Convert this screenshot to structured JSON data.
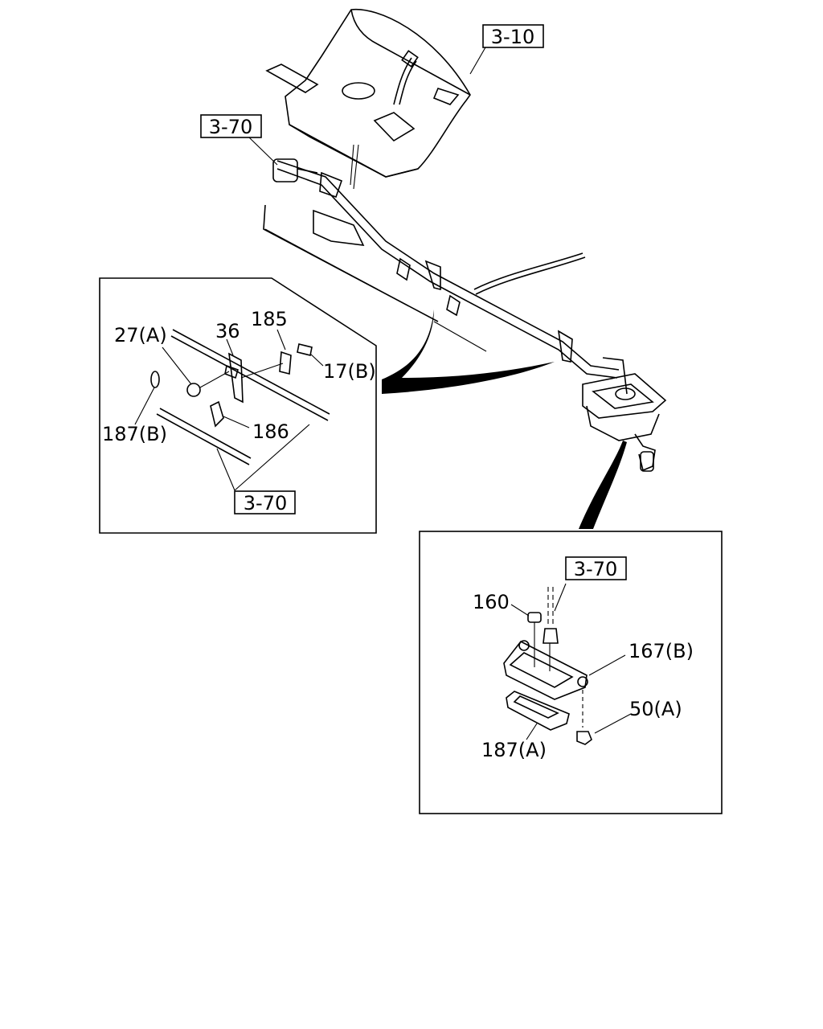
{
  "diagram": {
    "refs": {
      "top_tank": "3-10",
      "top_pipe": "3-70",
      "detail1_pipe": "3-70",
      "detail2_pipe": "3-70"
    },
    "detail1_labels": {
      "nut_27a": "27(A)",
      "bracket_36": "36",
      "clip_185": "185",
      "bolt_17b": "17(B)",
      "grommet_187b": "187(B)",
      "clamp_186": "186"
    },
    "detail2_labels": {
      "nut_160": "160",
      "gasket_167b": "167(B)",
      "nut_50a": "50(A)",
      "pad_187a": "187(A)"
    }
  }
}
